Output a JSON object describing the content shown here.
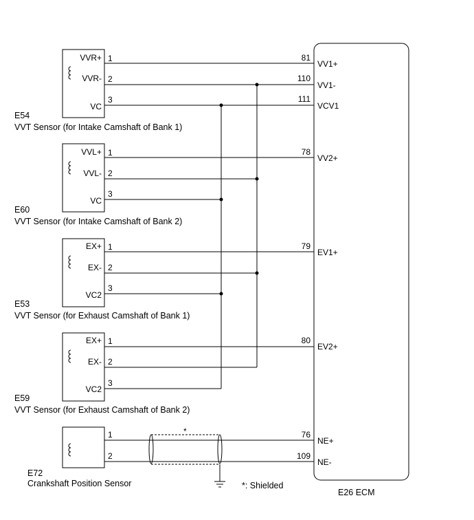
{
  "sensors": [
    {
      "code": "E54",
      "name": "VVT Sensor (for Intake Camshaft of Bank 1)",
      "pins": [
        {
          "label": "VVR+",
          "pin": "1",
          "ecm_pin": "81",
          "ecm_label": "VV1+"
        },
        {
          "label": "VVR-",
          "pin": "2",
          "ecm_pin": "110",
          "ecm_label": "VV1-"
        },
        {
          "label": "VC",
          "pin": "3",
          "ecm_pin": "111",
          "ecm_label": "VCV1"
        }
      ]
    },
    {
      "code": "E60",
      "name": "VVT Sensor (for Intake Camshaft of Bank 2)",
      "pins": [
        {
          "label": "VVL+",
          "pin": "1",
          "ecm_pin": "78",
          "ecm_label": "VV2+"
        },
        {
          "label": "VVL-",
          "pin": "2"
        },
        {
          "label": "VC",
          "pin": "3"
        }
      ]
    },
    {
      "code": "E53",
      "name": "VVT Sensor (for Exhaust Camshaft of Bank 1)",
      "pins": [
        {
          "label": "EX+",
          "pin": "1",
          "ecm_pin": "79",
          "ecm_label": "EV1+"
        },
        {
          "label": "EX-",
          "pin": "2"
        },
        {
          "label": "VC2",
          "pin": "3"
        }
      ]
    },
    {
      "code": "E59",
      "name": "VVT Sensor (for Exhaust Camshaft of Bank 2)",
      "pins": [
        {
          "label": "EX+",
          "pin": "1",
          "ecm_pin": "80",
          "ecm_label": "EV2+"
        },
        {
          "label": "EX-",
          "pin": "2"
        },
        {
          "label": "VC2",
          "pin": "3"
        }
      ]
    },
    {
      "code": "E72",
      "name": "Crankshaft Position Sensor",
      "pins": [
        {
          "label": "",
          "pin": "1",
          "ecm_pin": "76",
          "ecm_label": "NE+"
        },
        {
          "label": "",
          "pin": "2",
          "ecm_pin": "109",
          "ecm_label": "NE-"
        }
      ]
    }
  ],
  "shield": {
    "marker": "*",
    "legend": "*: Shielded"
  },
  "ecm": {
    "label": "E26  ECM"
  }
}
